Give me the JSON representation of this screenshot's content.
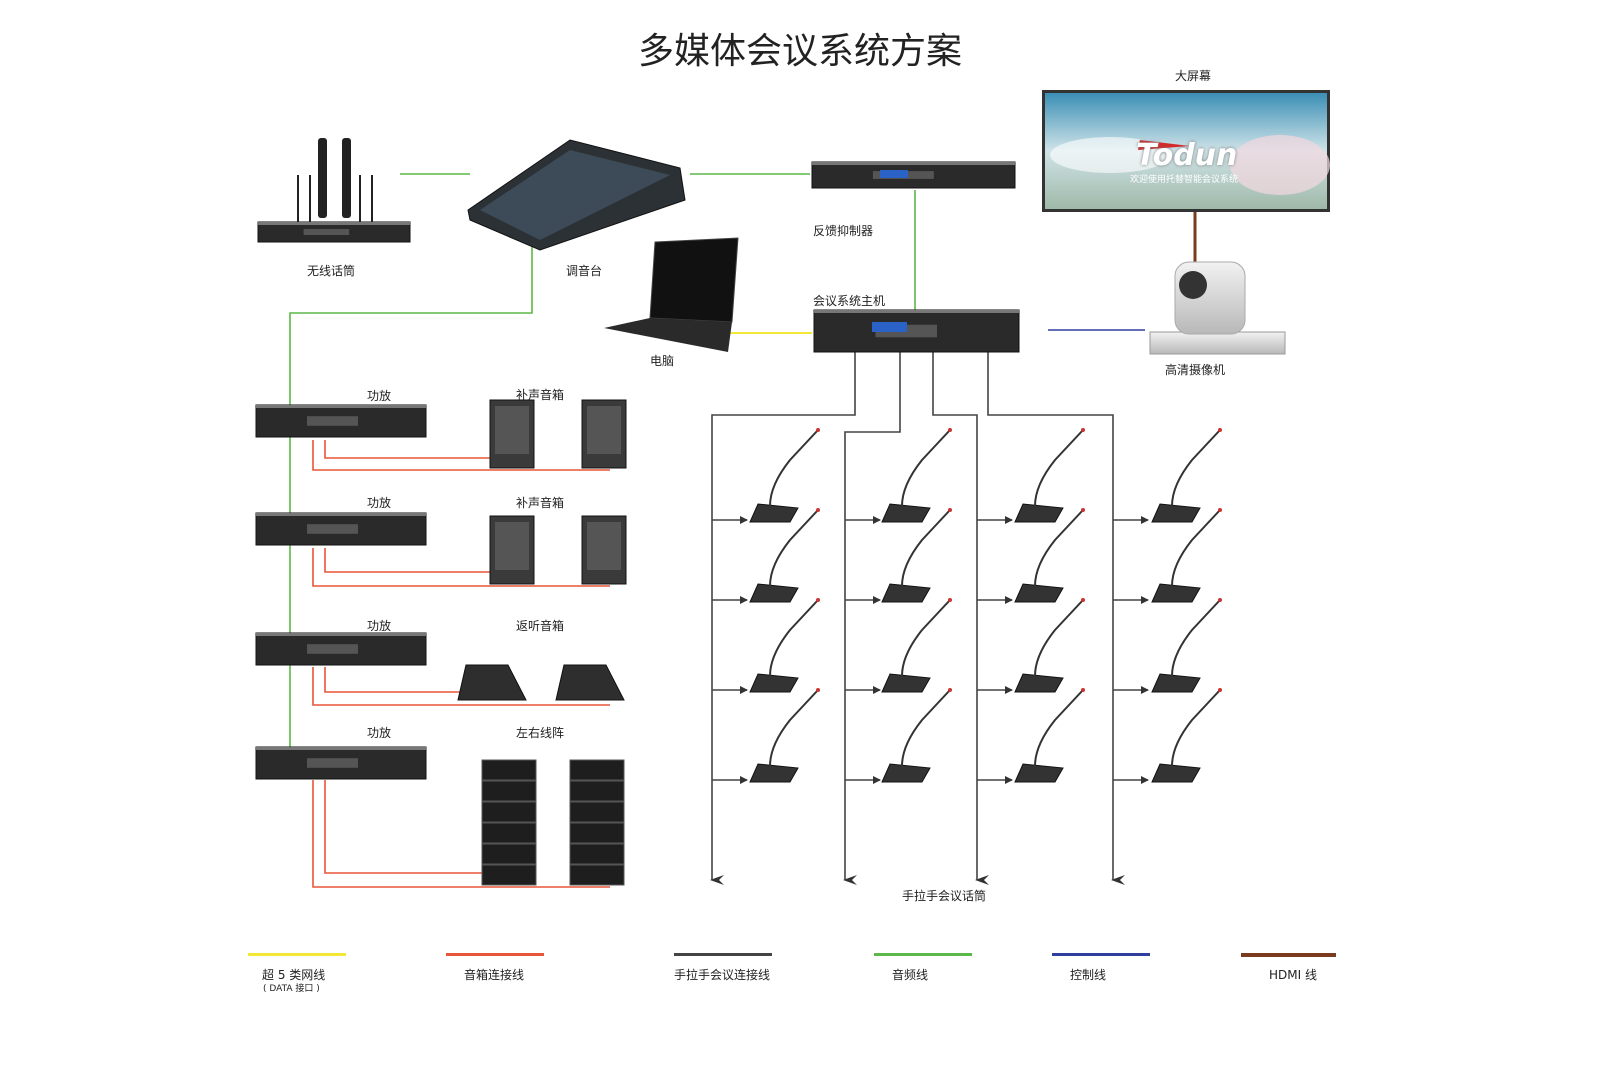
{
  "title": "多媒体会议系统方案",
  "devices": {
    "wireless_mic": "无线话筒",
    "mixer": "调音台",
    "feedback_suppressor": "反馈抑制器",
    "big_screen": "大屏幕",
    "laptop": "电脑",
    "host": "会议系统主机",
    "camera": "高清摄像机",
    "amps": [
      "功放",
      "功放",
      "功放",
      "功放"
    ],
    "speakers": [
      "补声音箱",
      "补声音箱",
      "返听音箱",
      "左右线阵"
    ],
    "conference_mics": "手拉手会议话筒"
  },
  "screen": {
    "logo": "Todun",
    "welcome": "欢迎使用托替智能会议系统"
  },
  "legend": [
    {
      "label": "超 5 类网线",
      "sub": "( DATA 接口 )",
      "color": "#f2e835"
    },
    {
      "label": "音箱连接线",
      "color": "#e8553a"
    },
    {
      "label": "手拉手会议连接线",
      "color": "#444444"
    },
    {
      "label": "音频线",
      "color": "#5cb848"
    },
    {
      "label": "控制线",
      "color": "#2f3f9e"
    },
    {
      "label": "HDMI 线",
      "color": "#7a3b1e"
    }
  ]
}
